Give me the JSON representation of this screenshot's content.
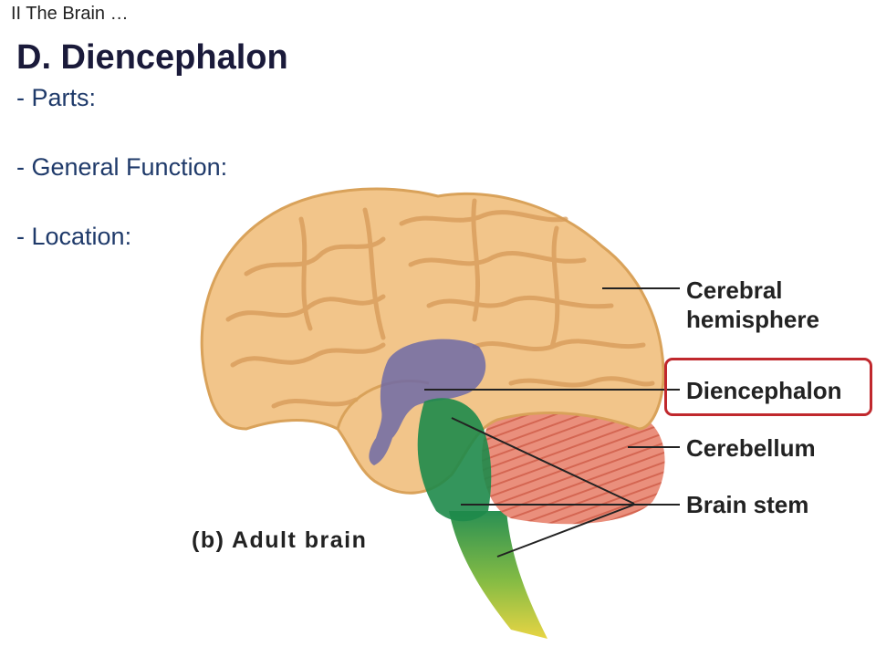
{
  "slide": {
    "breadcrumb": "II  The Brain …",
    "title": "D.  Diencephalon",
    "bullets": [
      "- Parts:",
      "- General Function:",
      "- Location:"
    ]
  },
  "figure": {
    "caption": "(b) Adult brain",
    "labels": {
      "cerebral_line1": "Cerebral",
      "cerebral_line2": "hemisphere",
      "diencephalon": "Diencephalon",
      "cerebellum": "Cerebellum",
      "brain_stem": "Brain stem"
    },
    "highlighted_label": "Diencephalon",
    "colors": {
      "cerebrum": "#f2c58a",
      "diencephalon": "#6e6aa6",
      "cerebellum": "#e98a78",
      "brain_stem": "#1e8a4a",
      "spinal_cord": "#e6d23a",
      "highlight": "#c0282d"
    }
  }
}
